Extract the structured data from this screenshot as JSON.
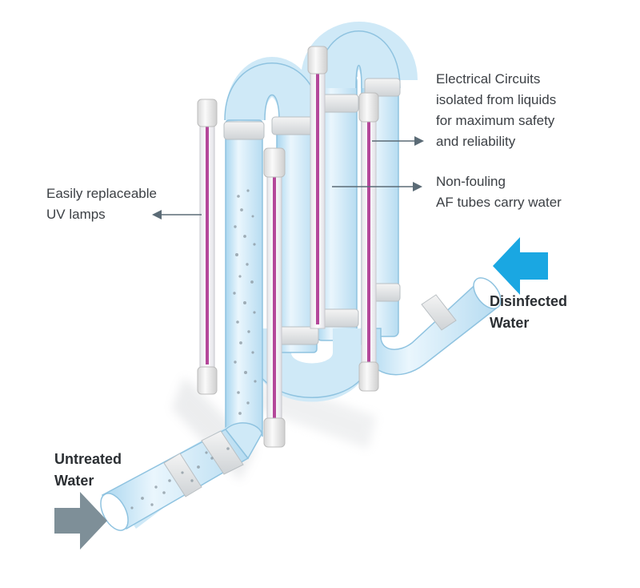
{
  "labels": {
    "electrical": [
      "Electrical Circuits",
      "isolated from liquids",
      "for maximum safety",
      "and reliability"
    ],
    "nonfouling": [
      "Non-fouling",
      "AF tubes carry water"
    ],
    "lamps": [
      "Easily replaceable",
      "UV lamps"
    ],
    "disinfected": [
      "Disinfected",
      "Water"
    ],
    "untreated": [
      "Untreated",
      "Water"
    ]
  },
  "colors": {
    "tube": "#cfe9f7",
    "tube_edge": "#8fc3e0",
    "lamp_core": "#b4479a",
    "cap": "#ececec",
    "arrow_out": "#1aa7e2",
    "arrow_in": "#7e8f98",
    "pointer": "#5b6b76",
    "text": "#3c4045"
  }
}
